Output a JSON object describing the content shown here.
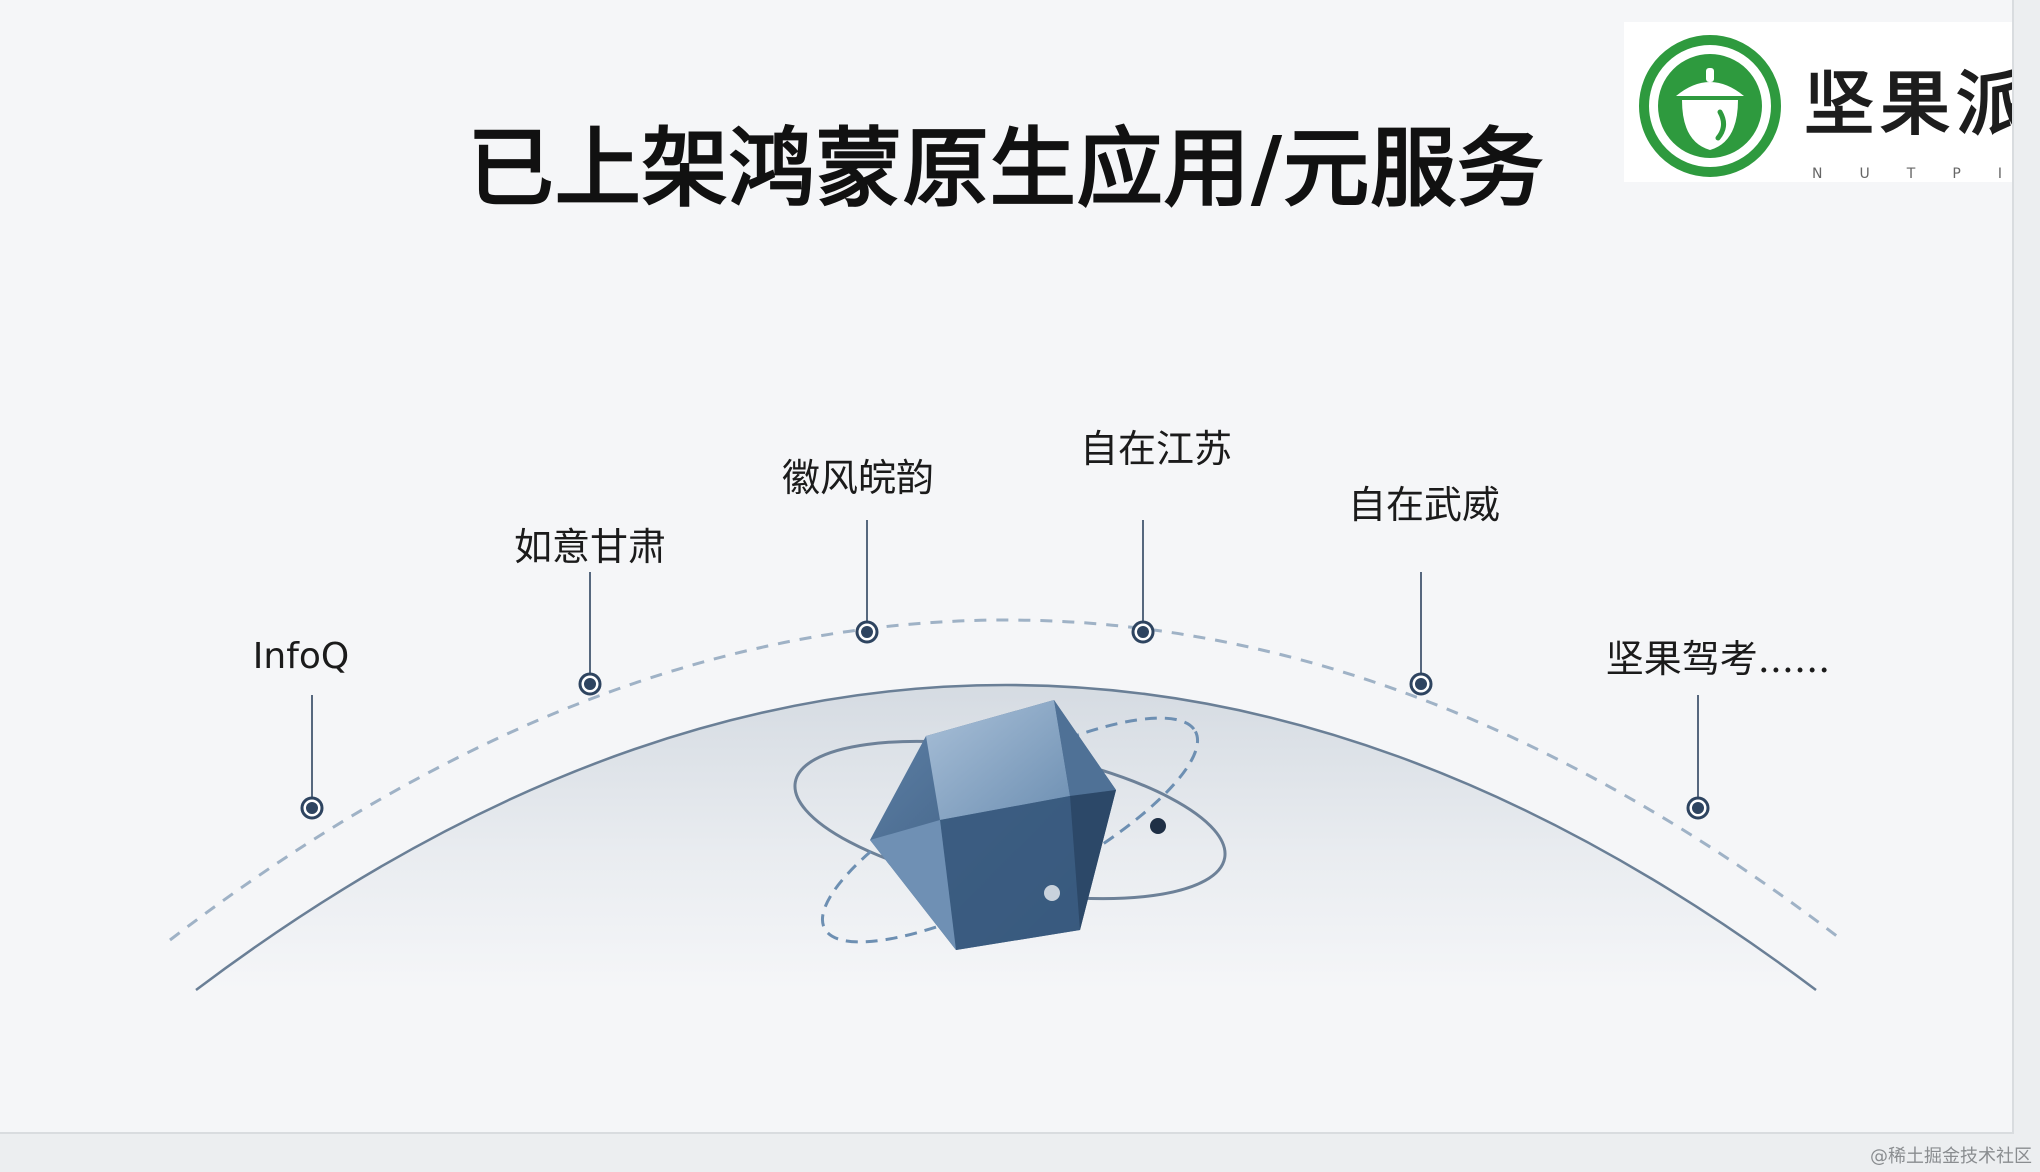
{
  "title": "已上架鸿蒙原生应用/元服务",
  "logo": {
    "name": "坚果派",
    "subtitle_letters": [
      "N",
      "U",
      "T",
      "P",
      "I"
    ],
    "color": "#2e9a3e"
  },
  "apps": [
    {
      "label": "InfoQ"
    },
    {
      "label": "如意甘肃"
    },
    {
      "label": "徽风皖韵"
    },
    {
      "label": "自在江苏"
    },
    {
      "label": "自在武威"
    },
    {
      "label": "坚果驾考......"
    }
  ],
  "watermark": "@稀土掘金技术社区",
  "colors": {
    "node": "#2e4460",
    "dashed_arc": "#9fb2c6",
    "crystal": "#4f7196"
  }
}
